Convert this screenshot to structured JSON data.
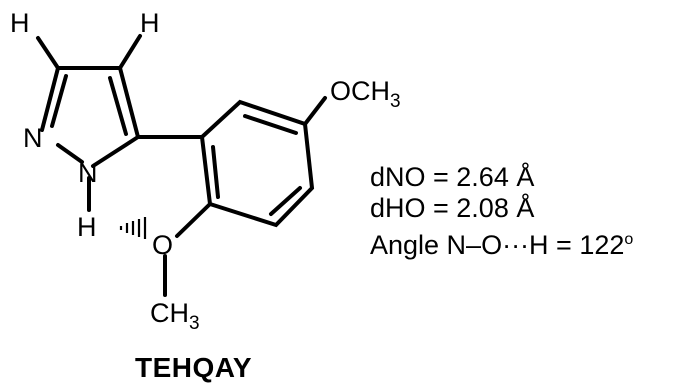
{
  "atoms": {
    "h_left": "H",
    "h_right": "H",
    "n_ring": "N",
    "n_h": "N",
    "h_bonded": "H",
    "o_ether": "O",
    "methoxy_top": {
      "base": "OCH",
      "sub": "3"
    },
    "methyl_bottom": {
      "base": "CH",
      "sub": "3"
    }
  },
  "parameters": {
    "d_no": "dNO = 2.64 Å",
    "d_ho": "dHO = 2.08 Å",
    "angle_label": "Angle N–O···H = 122",
    "angle_unit": "o"
  },
  "caption": "TEHQAY"
}
